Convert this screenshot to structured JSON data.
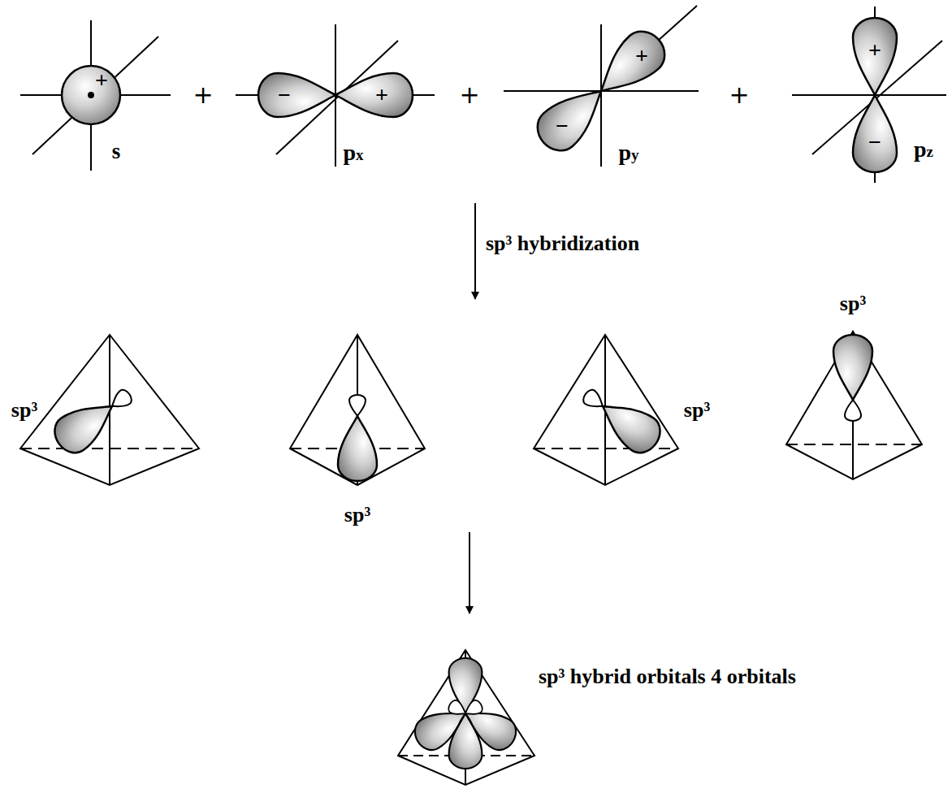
{
  "diagram": {
    "labels": [
      "+",
      "s",
      "+",
      "−",
      "+",
      "px",
      "+",
      "+",
      "−",
      "py",
      "+",
      "+",
      "−",
      "pz",
      "sp³ hybridization",
      "sp³",
      "sp³",
      "sp³",
      "sp³",
      "sp³ hybrid orbitals 4 orbitals"
    ]
  }
}
